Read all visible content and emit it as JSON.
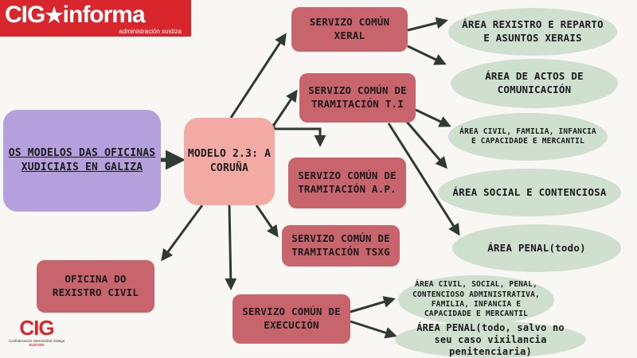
{
  "logo_top": {
    "brand": "CIG",
    "name": "informa",
    "subtitle": "administración xustiza"
  },
  "logo_bottom": {
    "brand": "CIG",
    "org": "Confederación Intersindical Galega",
    "section": "XUSTIZA"
  },
  "nodes": {
    "root": "OS MODELOS DAS OFICINAS XUDICIAIS EN GALIZA",
    "hub": "MODELO 2.3: A CORUÑA",
    "scg": "SERVIZO COMÚN XERAL",
    "sct1": "SERVIZO COMÚN DE TRAMITACIÓN T.I",
    "scap": "SERVIZO COMÚN DE TRAMITACIÓN A.P.",
    "sctsxg": "SERVIZO COMÚN DE TRAMITACIÓN TSXG",
    "ofrc": "OFICINA DO REXISTRO CIVIL",
    "sce": "SERVIZO COMÚN DE EXECUCIÓN",
    "a_rexistro": "ÁREA REXISTRO E REPARTO E ASUNTOS XERAIS",
    "a_actos": "ÁREA DE ACTOS DE COMUNICACIÓN",
    "a_civil": "ÁREA CIVIL, FAMILIA, INFANCIA E CAPACIDADE E MERCANTIL",
    "a_social": "ÁREA SOCIAL E CONTENCIOSA",
    "a_penal": "ÁREA PENAL(todo)",
    "e_civil": "ÁREA CIVIL, SOCIAL, PENAL, CONTENCIOSO ADMINISTRATIVA, FAMILIA, INFANCIA E CAPACIDADE E MERCANTIL",
    "e_penal": "ÁREA PENAL(todo, salvo no seu caso vixilancia penitenciaria)"
  },
  "colors": {
    "background": "#f8f7f3",
    "root_fill": "#b4a0dc",
    "hub_fill": "#f3aaa2",
    "service_fill": "#c8646c",
    "area_fill": "#cfe0cf",
    "arrow": "#2f3a32",
    "logo_red": "#d8262c"
  }
}
